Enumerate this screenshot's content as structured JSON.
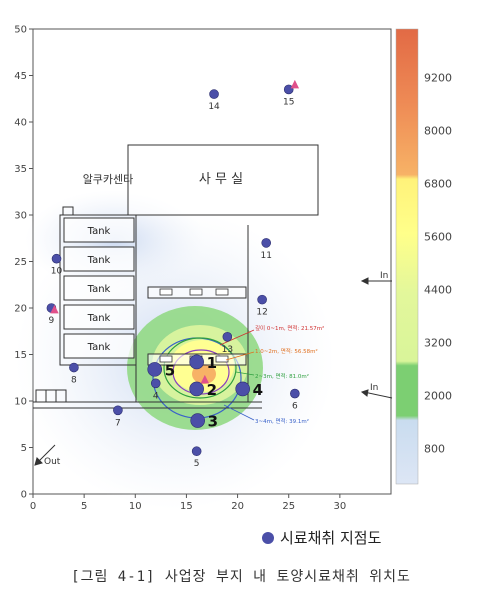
{
  "chart_data": {
    "type": "scatter",
    "title": "",
    "xlabel": "",
    "ylabel": "",
    "xlim": [
      0,
      35
    ],
    "ylim": [
      0,
      50
    ],
    "x_ticks": [
      0,
      5,
      10,
      15,
      20,
      25,
      30
    ],
    "y_ticks": [
      0,
      5,
      10,
      15,
      20,
      25,
      30,
      35,
      40,
      45,
      50
    ],
    "colorbar": {
      "ticks": [
        800,
        2000,
        3200,
        4400,
        5600,
        6800,
        8000,
        9200
      ],
      "colors": [
        "#dde6f5",
        "#7ccf72",
        "#d9f59a",
        "#ffff8a",
        "#f7b266",
        "#e26a45"
      ]
    },
    "points": [
      {
        "id": "1",
        "x": 16.0,
        "y": 14.2,
        "major": true
      },
      {
        "id": "2",
        "x": 16.0,
        "y": 11.3,
        "major": true
      },
      {
        "id": "3",
        "x": 16.1,
        "y": 7.9,
        "major": true
      },
      {
        "id": "4",
        "x": 20.5,
        "y": 11.3,
        "major": true
      },
      {
        "id": "5",
        "x": 11.9,
        "y": 13.4,
        "major": true
      },
      {
        "id": "4",
        "x": 12.0,
        "y": 11.9,
        "major": false
      },
      {
        "id": "5",
        "x": 16.0,
        "y": 4.6,
        "major": false
      },
      {
        "id": "6",
        "x": 25.6,
        "y": 10.8,
        "major": false
      },
      {
        "id": "7",
        "x": 8.3,
        "y": 9.0,
        "major": false
      },
      {
        "id": "8",
        "x": 4.0,
        "y": 13.6,
        "major": false
      },
      {
        "id": "9",
        "x": 1.8,
        "y": 20.0,
        "major": false
      },
      {
        "id": "10",
        "x": 2.3,
        "y": 25.3,
        "major": false
      },
      {
        "id": "11",
        "x": 22.8,
        "y": 27.0,
        "major": false
      },
      {
        "id": "12",
        "x": 22.4,
        "y": 20.9,
        "major": false
      },
      {
        "id": "13",
        "x": 19.0,
        "y": 16.9,
        "major": false
      },
      {
        "id": "14",
        "x": 17.7,
        "y": 43.0,
        "major": false
      },
      {
        "id": "15",
        "x": 25.0,
        "y": 43.5,
        "major": false
      }
    ],
    "markers": [
      {
        "label": "▲",
        "x": 25.6,
        "y": 44.2
      },
      {
        "label": "▲",
        "x": 2.1,
        "y": 20.0
      },
      {
        "label": "▲",
        "x": 16.8,
        "y": 12.5
      }
    ],
    "annotations": {
      "flow_in_1": "In",
      "flow_in_2": "In",
      "flow_out": "Out",
      "contour_1": "깊이 0~1m, 면적: 21.57m²",
      "contour_2": "1.0~2m, 면적: 56.58m²",
      "contour_3": "2~3m, 면적: 81.0m²",
      "contour_4": "3~4m, 면적: 39.1m²"
    },
    "buildings": {
      "office": "사 무 실",
      "alkyd_center": "알쿠카센타",
      "tanks": [
        "Tank",
        "Tank",
        "Tank",
        "Tank",
        "Tank"
      ]
    }
  },
  "legend": {
    "label": "시료채취 지점도"
  },
  "caption": "[그림 4-1] 사업장 부지 내 토양시료채취 위치도"
}
